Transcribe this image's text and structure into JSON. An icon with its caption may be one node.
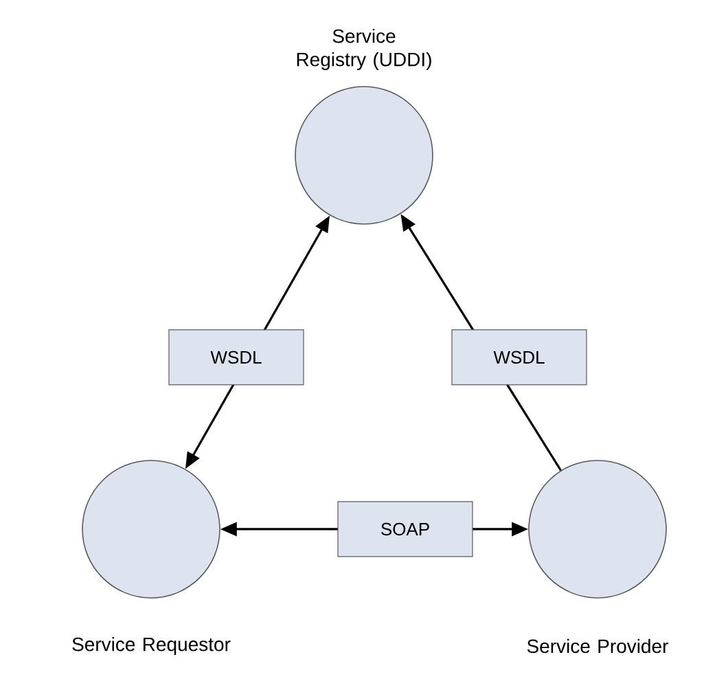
{
  "diagram": {
    "nodes": [
      {
        "text": [
          "Service Registry (UDDI)"
        ]
      },
      {
        "text": [
          "Service Requestor"
        ]
      },
      {
        "text": [
          "Service Provider"
        ]
      }
    ],
    "edges": [
      {
        "from": 0,
        "to": 1,
        "arrow": "both",
        "label": "WSDL"
      },
      {
        "from": 2,
        "to": 0,
        "arrow": "to",
        "label": "WSDL"
      },
      {
        "from": 1,
        "to": 2,
        "arrow": "both",
        "label": "SOAP"
      }
    ]
  }
}
